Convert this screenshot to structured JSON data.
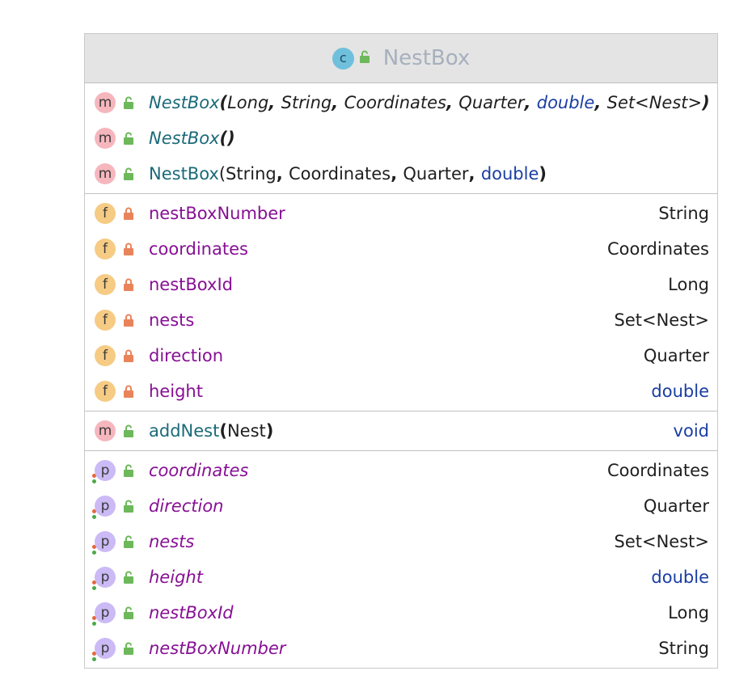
{
  "class_box": {
    "kind_badge": "c",
    "name": "NestBox"
  },
  "constructors": [
    {
      "badge": "m",
      "name": "NestBox",
      "open": "(",
      "p1": "Long",
      "s1": ", ",
      "p2": "String",
      "s2": ", ",
      "p3": "Coordinates",
      "s3": ", ",
      "p4": "Quarter",
      "s4": ", ",
      "p5": "double",
      "s5": ", ",
      "p6": "Set<Nest>",
      "close": ")"
    },
    {
      "badge": "m",
      "name": "NestBox",
      "parens": "()"
    },
    {
      "badge": "m",
      "name": "NestBox",
      "open": "(",
      "p1": "String",
      "s1": ", ",
      "p2": "Coordinates",
      "s2": ", ",
      "p3": "Quarter",
      "s3": ", ",
      "p4": "double",
      "close": ")"
    }
  ],
  "fields": [
    {
      "badge": "f",
      "name": "nestBoxNumber",
      "type": "String"
    },
    {
      "badge": "f",
      "name": "coordinates",
      "type": "Coordinates"
    },
    {
      "badge": "f",
      "name": "nestBoxId",
      "type": "Long"
    },
    {
      "badge": "f",
      "name": "nests",
      "type": "Set<Nest>"
    },
    {
      "badge": "f",
      "name": "direction",
      "type": "Quarter"
    },
    {
      "badge": "f",
      "name": "height",
      "type": "double"
    }
  ],
  "methods": [
    {
      "badge": "m",
      "name": "addNest",
      "open": "(",
      "param": "Nest",
      "close": ")",
      "type": "void"
    }
  ],
  "properties": [
    {
      "badge": "p",
      "name": "coordinates",
      "type": "Coordinates"
    },
    {
      "badge": "p",
      "name": "direction",
      "type": "Quarter"
    },
    {
      "badge": "p",
      "name": "nests",
      "type": "Set<Nest>"
    },
    {
      "badge": "p",
      "name": "height",
      "type": "double"
    },
    {
      "badge": "p",
      "name": "nestBoxId",
      "type": "Long"
    },
    {
      "badge": "p",
      "name": "nestBoxNumber",
      "type": "String"
    }
  ],
  "colors": {
    "header_bg": "#e4e4e4",
    "title_text": "#a6b0bd",
    "method_badge": "#f6b6bd",
    "field_badge": "#f6cb84",
    "property_badge": "#cbbaf5",
    "class_badge": "#6fc0dd",
    "public_lock": "#6db85a",
    "private_lock": "#e9845a",
    "method_name": "#1b6a78",
    "field_name": "#871094",
    "keyword_type": "#1a3ea3"
  },
  "icons": {
    "class": "class-c-icon",
    "public": "unlocked-padlock-icon",
    "private": "locked-padlock-icon",
    "property_accessors": "getter-setter-dots-icon"
  }
}
